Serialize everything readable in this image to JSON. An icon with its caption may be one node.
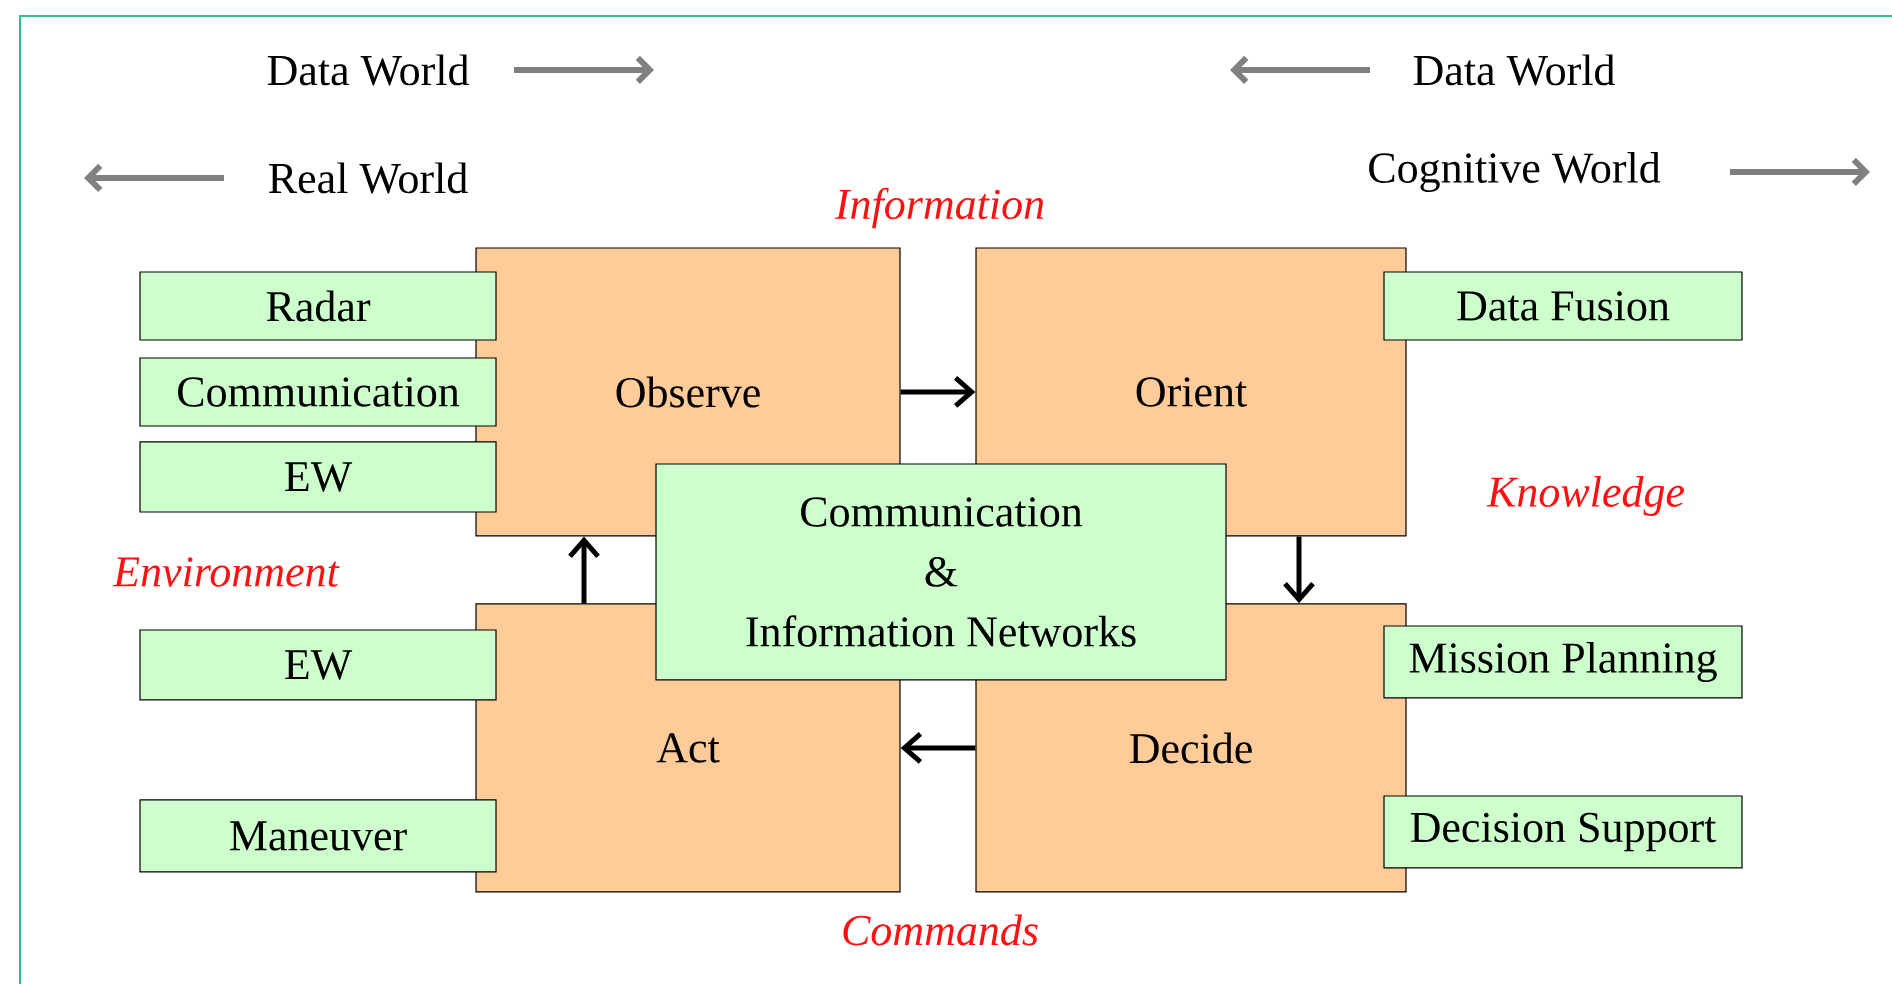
{
  "diagram": {
    "nodes": [
      {
        "text": [
          "Observe"
        ]
      },
      {
        "text": [
          "Orient"
        ]
      },
      {
        "text": [
          "Decide"
        ]
      },
      {
        "text": [
          "Act"
        ]
      },
      {
        "text": [
          "Communication",
          "&",
          "Information Networks"
        ]
      },
      {
        "text": [
          "Radar"
        ]
      },
      {
        "text": [
          "Communication"
        ]
      },
      {
        "text": [
          "EW"
        ]
      },
      {
        "text": [
          "EW"
        ]
      },
      {
        "text": [
          "Maneuver"
        ]
      },
      {
        "text": [
          "Data Fusion"
        ]
      },
      {
        "text": [
          "Mission Planning"
        ]
      },
      {
        "text": [
          "Decision Support"
        ]
      }
    ],
    "edges": [
      {
        "from": 0,
        "to": 1,
        "arrow": "to"
      },
      {
        "from": 1,
        "to": 2,
        "arrow": "to"
      },
      {
        "from": 2,
        "to": 3,
        "arrow": "to"
      },
      {
        "from": 3,
        "to": 0,
        "arrow": "to"
      }
    ],
    "labels": [
      "Data World",
      "Data World",
      "Real World",
      "Cognitive World",
      "Information",
      "Knowledge",
      "Environment",
      "Commands"
    ]
  }
}
